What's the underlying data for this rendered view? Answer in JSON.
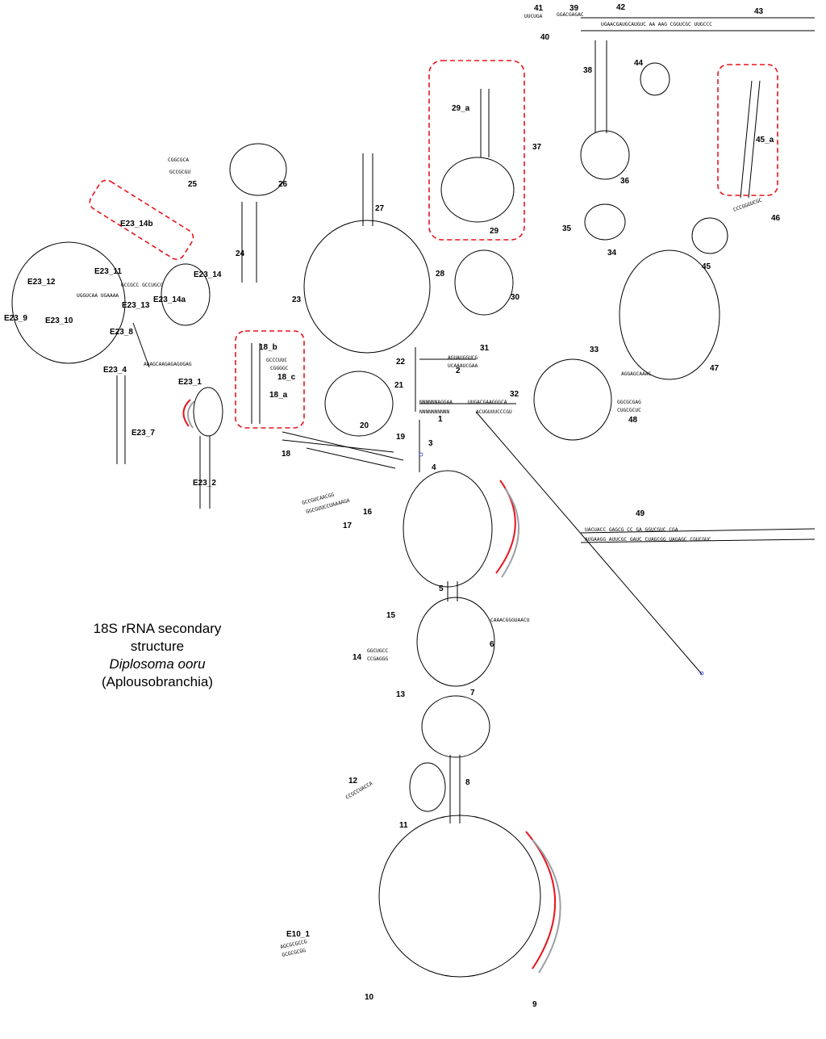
{
  "title": {
    "line1": "18S rRNA secondary",
    "line2": "structure",
    "species": "Diplosoma ooru",
    "group": "(Aplousobranchia)"
  },
  "colors": {
    "backbone": "#000000",
    "highlight_box": "#e8141c",
    "arc_red": "#e8141c",
    "arc_gray": "#9aa0a6"
  },
  "helix_labels": [
    "1",
    "2",
    "3",
    "4",
    "5",
    "6",
    "7",
    "8",
    "9",
    "10",
    "11",
    "12",
    "13",
    "14",
    "15",
    "16",
    "17",
    "18",
    "18_a",
    "18_b",
    "18_c",
    "19",
    "20",
    "21",
    "22",
    "23",
    "24",
    "25",
    "26",
    "27",
    "28",
    "29",
    "29_a",
    "30",
    "31",
    "32",
    "33",
    "34",
    "35",
    "36",
    "37",
    "38",
    "39",
    "40",
    "41",
    "42",
    "43",
    "44",
    "45",
    "45_a",
    "46",
    "47",
    "48",
    "49",
    "E10_1",
    "E23_1",
    "E23_2",
    "E23_4",
    "E23_7",
    "E23_8",
    "E23_9",
    "E23_10",
    "E23_11",
    "E23_12",
    "E23_13",
    "E23_14",
    "E23_14a",
    "E23_14b"
  ],
  "sequence_fragments": {
    "h1_strand_a": "NNNNNNAGGAA",
    "h1_strand_b": "NNNNNNNNNN",
    "h31": "AGUAUGGUCG",
    "h31_b": "UCAAAUCGAA",
    "h32_a": "UUGACGAAGGGCA",
    "h32_b": "ACUGUUUCCCGU",
    "h49_a": "UACUACC GAGCG CC GA GGUCGUC CGA",
    "h49_b": "AUGAAGG AUUCGC GAUC CUAGCGG UAGAGC CGUCGUC",
    "h43": "UGAACGAUGCAUGUC AA AAG CGGUCGC UUGCCC",
    "h42": "GGACGAGAC",
    "h41": "UUCUGA",
    "h25_a": "CGGCGCA",
    "h25_b": "GCCGCGU",
    "h23": "GCCGCC GCCUGCC",
    "h23_b": "UGGUCAA UGAAAA",
    "e23_4": "AAAGCAAGAGAGUGAG",
    "h18": "GCCCUUC",
    "h18_b": "CGGGGC",
    "h17": "GCCGUCAACGG",
    "h17_b": "GGCGUUCCUAAAAGA",
    "h48": "GGCGCGAG",
    "h48_b": "CUGCGCUC",
    "h47": "AGGAGCAAAC",
    "h45": "CCCGGGUCGC",
    "h6": "CAAACGGGUAACU",
    "h14": "GGCUGCC",
    "h14_b": "CCGAGGG",
    "h12": "CCGCCUACCA",
    "e10_1": "AGCGCGCCG",
    "e10_1_b": "GCGCGCGG"
  }
}
